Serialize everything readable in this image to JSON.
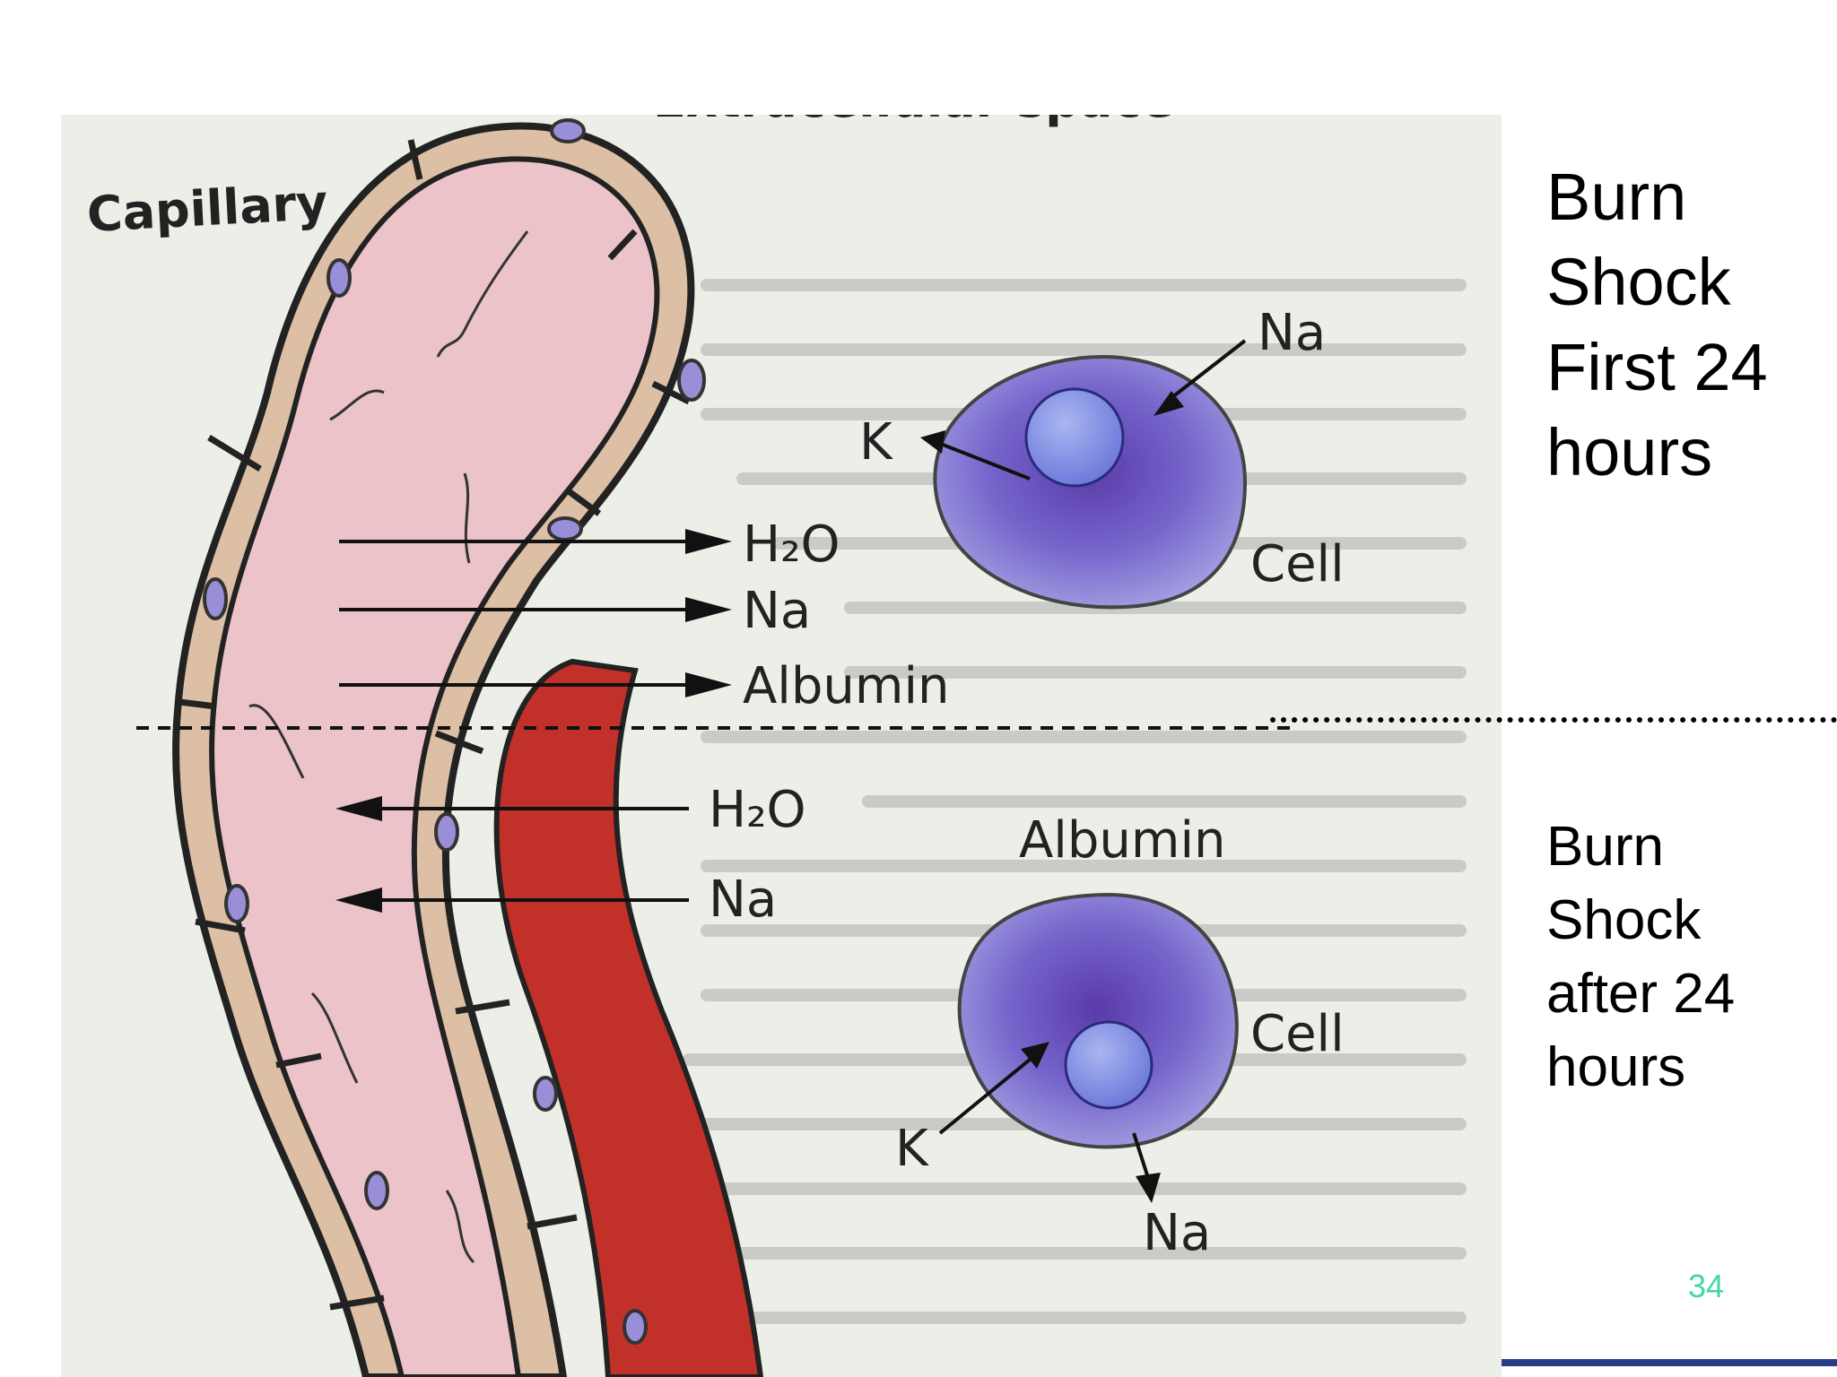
{
  "slide": {
    "title_first": [
      "Burn",
      "Shock",
      "First 24",
      "hours"
    ],
    "title_after": [
      "Burn",
      "Shock",
      "after 24",
      "hours"
    ],
    "slide_number": "34"
  },
  "diagram": {
    "header_partial": "Extracellular space",
    "capillary_label": "Capillary",
    "cell_label": "Cell",
    "top_cell": {
      "in_arrow": "Na",
      "out_arrow": "K"
    },
    "top_flow": [
      "H₂O",
      "Na",
      "Albumin"
    ],
    "bottom_flow": [
      "H₂O",
      "Na"
    ],
    "bottom_albumin": "Albumin",
    "bottom_cell": {
      "in_arrow": "K",
      "out_arrow": "Na"
    }
  },
  "colors": {
    "capillary_interior": "#ecc3c8",
    "vessel_wall": "#dcbfa4",
    "blood": "#c2302a",
    "cell": "#7064c8",
    "nucleus": "#8a96e8",
    "slide_number": "#3fd8a0"
  }
}
